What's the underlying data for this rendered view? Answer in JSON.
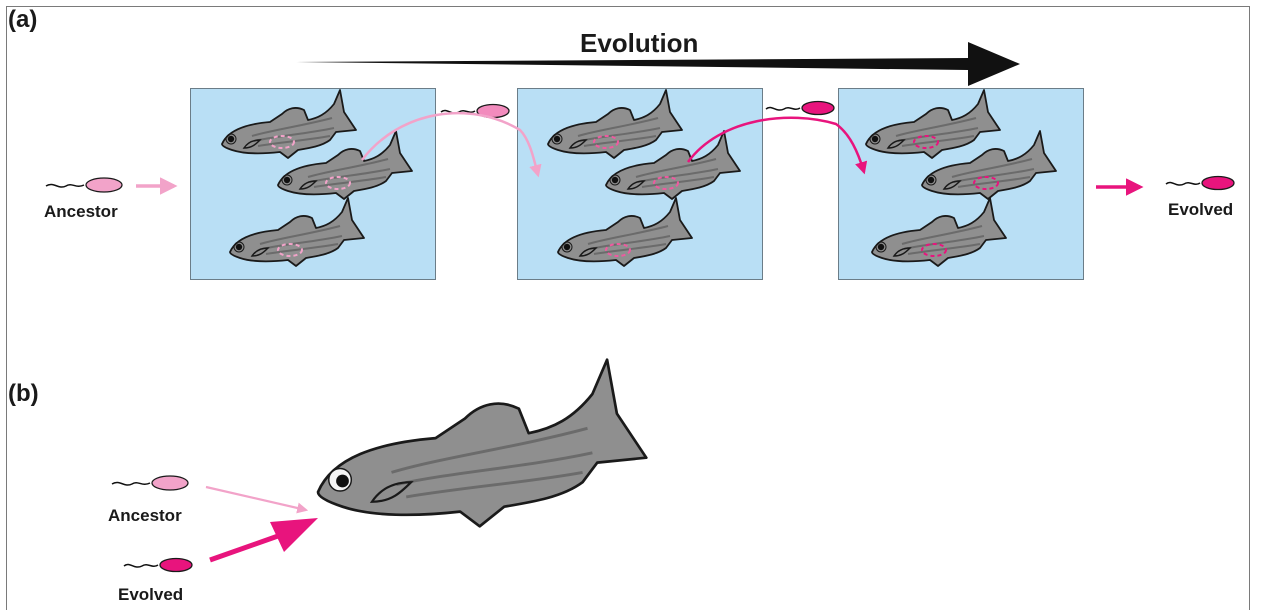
{
  "panel_a": {
    "label": "(a)",
    "title": "Evolution",
    "left_label": "Ancestor",
    "right_label": "Evolved",
    "tank_count": 3,
    "fish_per_tank": 3
  },
  "panel_b": {
    "label": "(b)",
    "ancestor_label": "Ancestor",
    "evolved_label": "Evolved"
  },
  "colors": {
    "tank_water": "#b9dff5",
    "fish_body": "#8f8f8f",
    "fish_stripe": "#6f6f6f",
    "ancestor_pink": "#f2a3c9",
    "evolved_magenta": "#e8147d",
    "mid_pink": "#ef5aa0",
    "arrow_black": "#111111"
  },
  "icons": {
    "bacterium": "bacterium-icon",
    "fish": "zebrafish-icon",
    "arrow": "arrow-icon"
  }
}
